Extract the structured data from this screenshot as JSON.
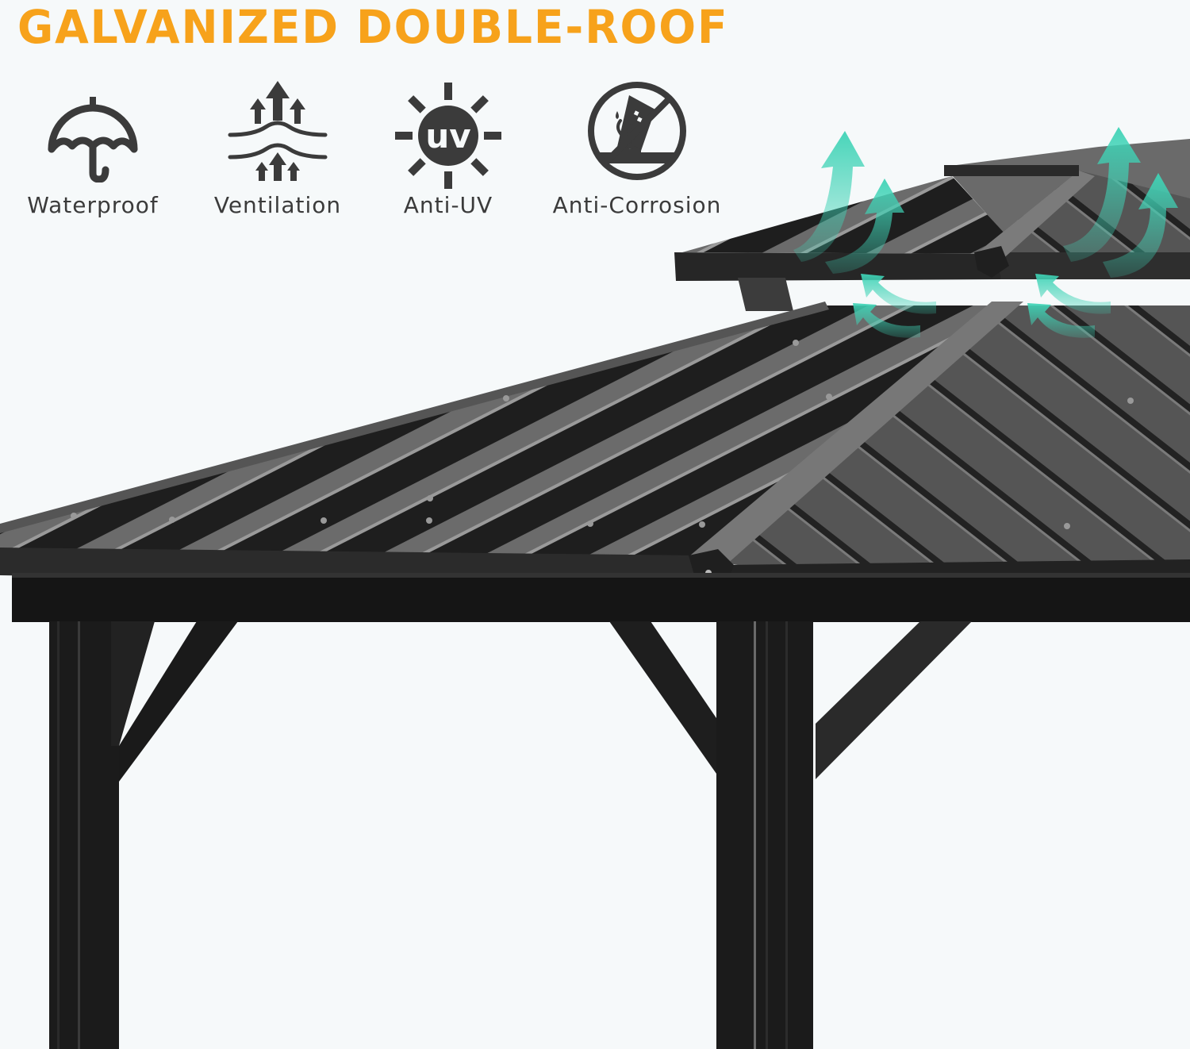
{
  "header": {
    "title": "GALVANIZED DOUBLE-ROOF",
    "title_color": "#f7a21b"
  },
  "features": [
    {
      "icon": "umbrella-icon",
      "label": "Waterproof"
    },
    {
      "icon": "ventilation-arrows-icon",
      "label": "Ventilation"
    },
    {
      "icon": "uv-sun-icon",
      "label": "Anti-UV",
      "icon_text": "uv"
    },
    {
      "icon": "no-corrosion-icon",
      "label": "Anti-Corrosion"
    }
  ],
  "colors": {
    "background": "#f6f9fa",
    "icon_gray": "#3b3b3b",
    "airflow_teal": "#3fd3b6",
    "frame_black": "#1c1c1c",
    "roof_gray": "#4a4a4a"
  },
  "product_image": {
    "subject": "gazebo double roof with airflow arrows"
  }
}
